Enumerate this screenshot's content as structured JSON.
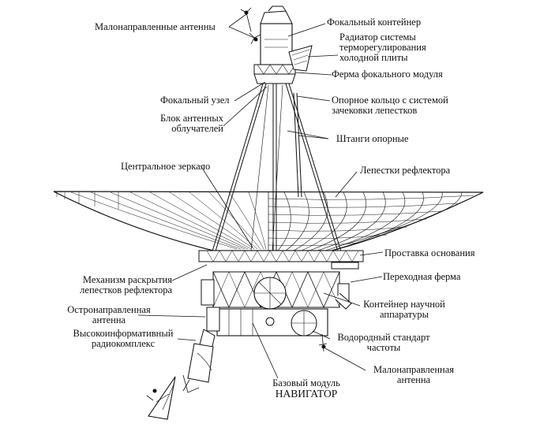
{
  "labels": {
    "low_gain_antennas_top": "Малонаправленные антенны",
    "focal_container": "Фокальный контейнер",
    "radiator_l1": "Радиатор системы",
    "radiator_l2": "терморегулирования",
    "radiator_l3": "холодной плиты",
    "focal_truss": "Ферма фокального модуля",
    "focal_node": "Фокальный узел",
    "support_ring_l1": "Опорное кольцо с системой",
    "support_ring_l2": "зачековки лепестков",
    "feed_block_l1": "Блок антенных",
    "feed_block_l2": "облучателей",
    "support_rods": "Штанги опорные",
    "central_mirror": "Центральное зеркало",
    "reflector_petals": "Лепестки рефлектора",
    "base_spacer": "Проставка основания",
    "deploy_mech_l1": "Механизм раскрытия",
    "deploy_mech_l2": "лепестков рефлектора",
    "adapter_truss": "Переходная ферма",
    "high_gain_l1": "Остронаправленная",
    "high_gain_l2": "антенна",
    "sci_container_l1": "Контейнер научной",
    "sci_container_l2": "аппаратуры",
    "radio_complex_l1": "Высокоинформативный",
    "radio_complex_l2": "радиокомплекс",
    "hydrogen_std_l1": "Водородный стандарт",
    "hydrogen_std_l2": "частоты",
    "low_gain_bottom_l1": "Малонаправленная",
    "low_gain_bottom_l2": "антенна",
    "base_module_l1": "Базовый модуль",
    "base_module_l2": "НАВИГАТОР"
  }
}
